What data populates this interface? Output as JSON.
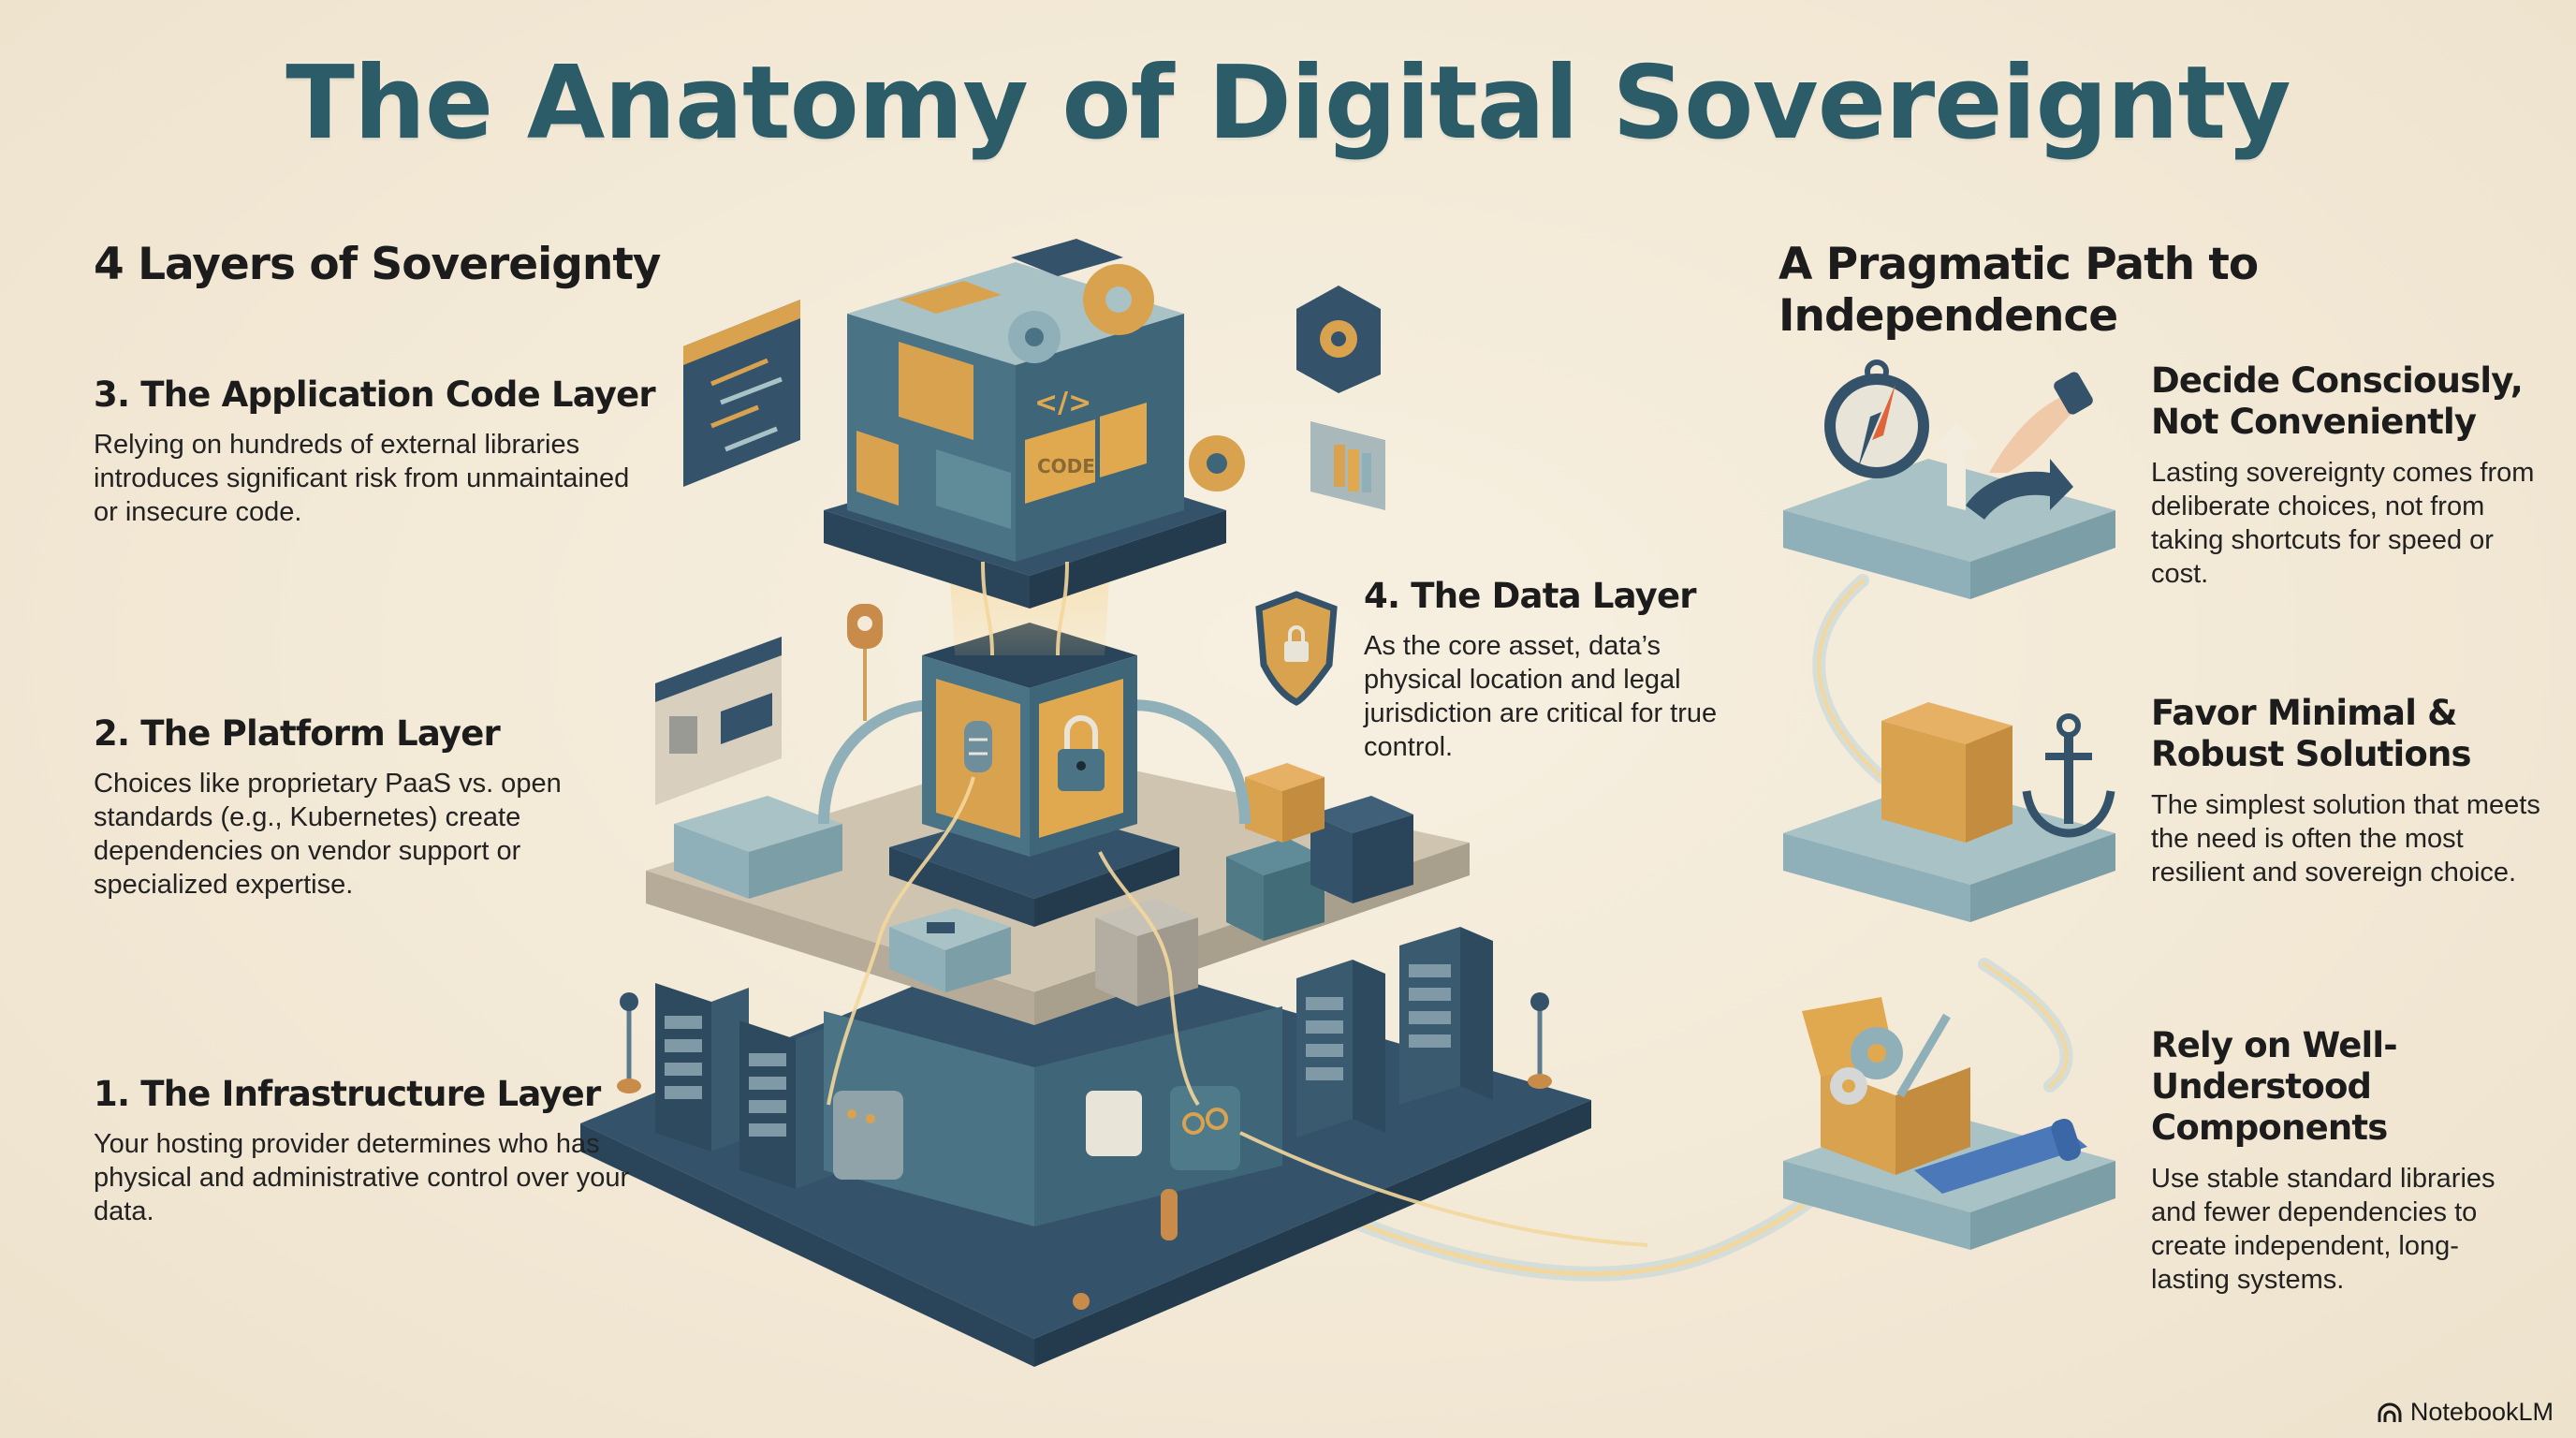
{
  "title": "The Anatomy of Digital Sovereignty",
  "left_section": {
    "heading": "4 Layers of Sovereignty",
    "layers": [
      {
        "number": 3,
        "heading": "3. The Application Code Layer",
        "body": "Relying on hundreds of external libraries introduces significant risk from unmaintained or insecure code."
      },
      {
        "number": 2,
        "heading": "2. The Platform Layer",
        "body": "Choices like proprietary PaaS vs. open standards (e.g., Kubernetes) create dependencies on vendor support or specialized expertise."
      },
      {
        "number": 1,
        "heading": "1. The Infrastructure Layer",
        "body": "Your hosting provider determines who has physical and administrative control over your data."
      }
    ]
  },
  "data_layer": {
    "number": 4,
    "heading": "4. The Data Layer",
    "body": "As the core asset, data’s physical location and legal jurisdiction are critical for true control."
  },
  "right_section": {
    "heading": "A Pragmatic Path to Independence",
    "steps": [
      {
        "heading": "Decide Consciously, Not Conveniently",
        "body": "Lasting sovereignty comes from deliberate choices, not from taking shortcuts for speed or cost.",
        "icon": "compass-and-pointing-hand-icon"
      },
      {
        "heading": "Favor Minimal & Robust Solutions",
        "body": "The simplest solution that meets the need is often the most resilient and sovereign choice.",
        "icon": "cube-and-anchor-icon"
      },
      {
        "heading": "Rely on Well-Understood Components",
        "body": "Use stable standard libraries and fewer dependencies to create independent, long-lasting systems.",
        "icon": "toolbox-and-blueprint-icon"
      }
    ]
  },
  "illustration": {
    "labels": {
      "code_block": "CODE",
      "code_tag": "</>"
    },
    "colors": {
      "background": "#f3ead8",
      "title": "#2d5c69",
      "navy": "#34536b",
      "teal": "#4a7485",
      "slate_light": "#8fb0b8",
      "pale_blue": "#a9c2c6",
      "mustard": "#d9a24e",
      "sand": "#cfc4b0",
      "cable_glow": "#f1d9a4"
    }
  },
  "branding": {
    "logo_text": "NotebookLM"
  }
}
